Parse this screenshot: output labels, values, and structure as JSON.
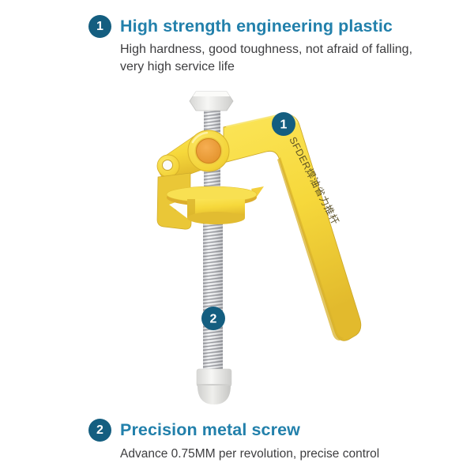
{
  "page": {
    "background_color": "#ffffff",
    "type": "product-feature-infographic"
  },
  "colors": {
    "heading_teal": "#2280AB",
    "badge_teal": "#145E80",
    "body_text": "#3E3E40",
    "product_yellow": "#F6D83B",
    "product_yellow_shade": "#DDB52B",
    "hub_orange": "#EF9E3B",
    "metal_gray": "#C6C8CC",
    "plastic_white": "#F2F2F0"
  },
  "sections": [
    {
      "badge": "1",
      "title": "High strength engineering plastic",
      "description": "High hardness, good toughness, not afraid of falling, very high service life"
    },
    {
      "badge": "2",
      "title": "Precision metal screw",
      "description": "Advance 0.75MM per revolution, precise control"
    }
  ],
  "product": {
    "name": "Yellow lever clamp with precision metal screw",
    "handle_text": "SFDER焊油省力推杆",
    "callouts": [
      {
        "label": "1",
        "target": "plastic lever handle"
      },
      {
        "label": "2",
        "target": "metal screw"
      }
    ]
  }
}
